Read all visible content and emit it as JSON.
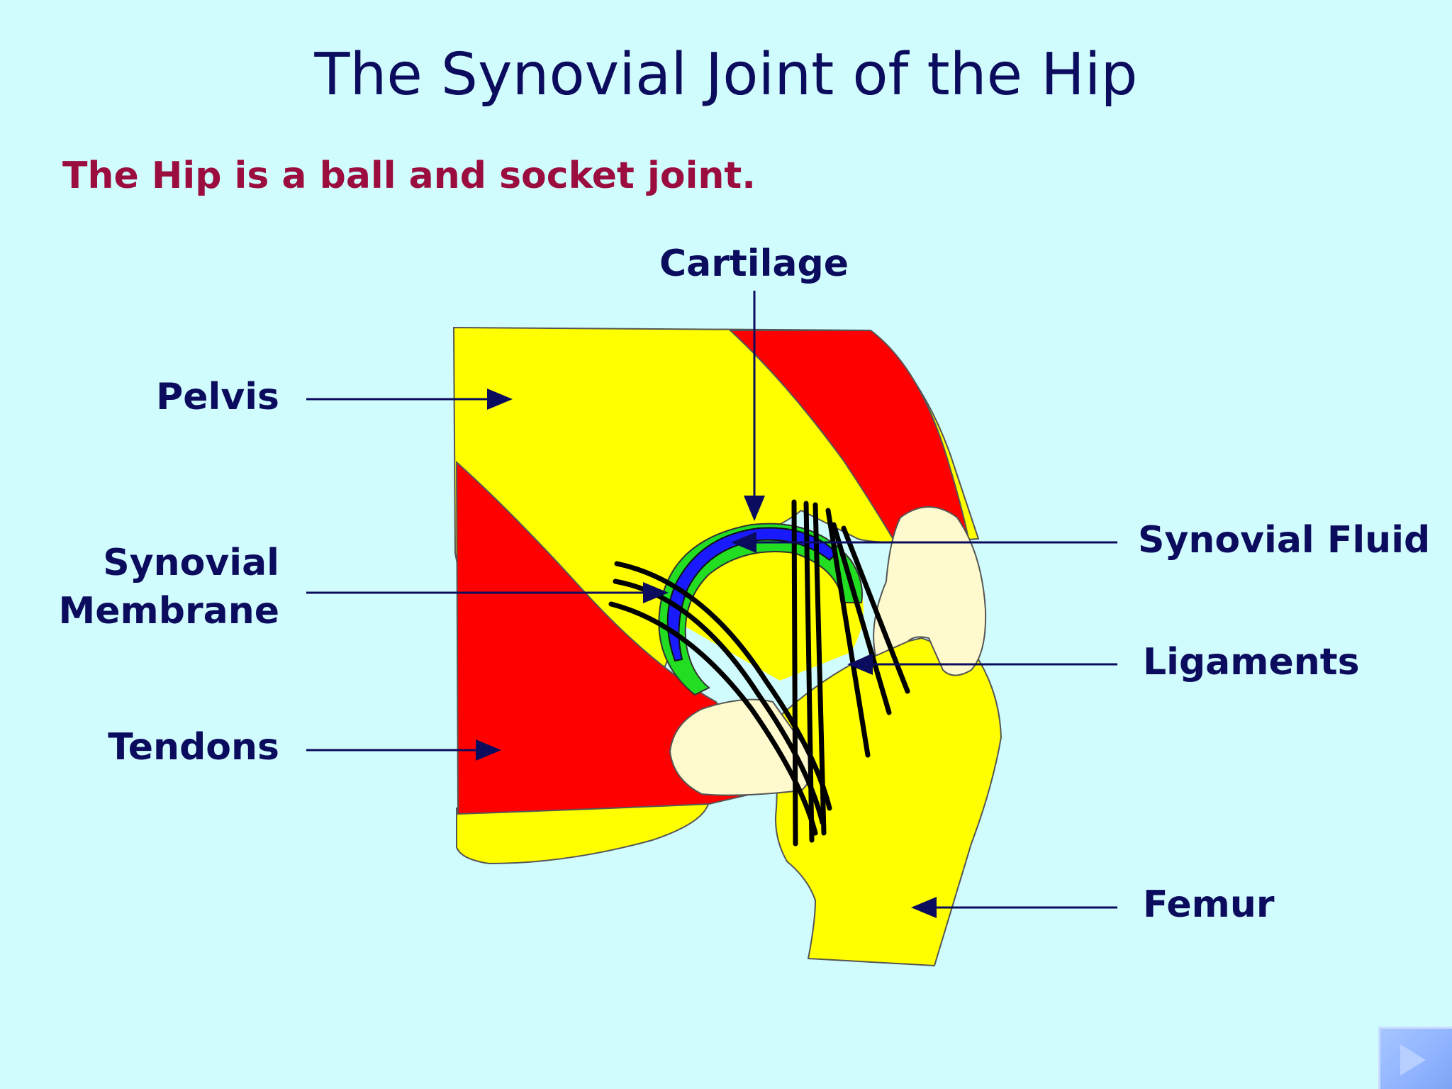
{
  "slide": {
    "title": "The Synovial Joint of the Hip",
    "subtitle": "The Hip is a ball and socket joint."
  },
  "labels": {
    "cartilage": "Cartilage",
    "pelvis": "Pelvis",
    "synovial_membrane_line1": "Synovial",
    "synovial_membrane_line2": "Membrane",
    "tendons": "Tendons",
    "synovial_fluid": "Synovial Fluid",
    "ligaments": "Ligaments",
    "femur": "Femur"
  },
  "colors": {
    "background": "#d1fcfd",
    "title": "#0c0c5e",
    "subtitle": "#9b0d3e",
    "bone": "#ffff00",
    "muscle": "#ff0000",
    "cartilage_pad": "#fffacd",
    "synovial_fluid": "#22dd22",
    "synovial_membrane": "#1a1aff",
    "ligament": "#000000",
    "arrow": "#0c0c5e"
  },
  "navigation": {
    "next_icon": "play-arrow-icon"
  }
}
